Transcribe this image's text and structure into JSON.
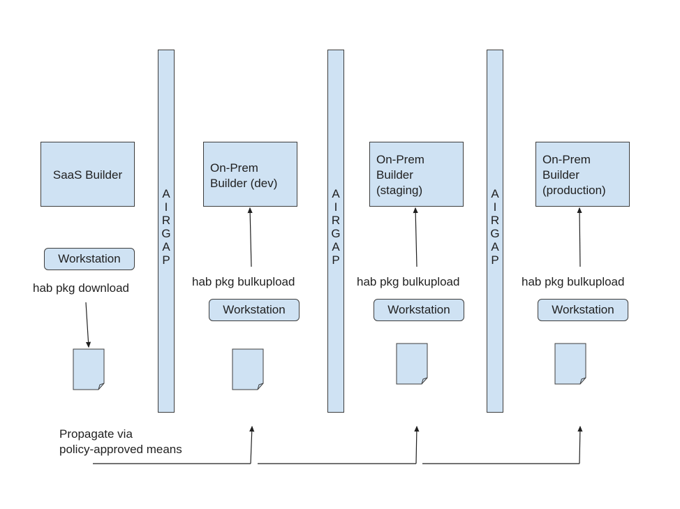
{
  "builders": [
    {
      "label": "SaaS Builder"
    },
    {
      "label": "On-Prem\nBuilder (dev)"
    },
    {
      "label": "On-Prem\nBuilder\n(staging)"
    },
    {
      "label": "On-Prem\nBuilder\n(production)"
    }
  ],
  "airgap": {
    "letters": [
      "A",
      "I",
      "R",
      "G",
      "A",
      "P"
    ]
  },
  "workstations": [
    {
      "label": "Workstation"
    },
    {
      "label": "Workstation"
    },
    {
      "label": "Workstation"
    },
    {
      "label": "Workstation"
    }
  ],
  "commands": [
    {
      "label": "hab pkg download"
    },
    {
      "label": "hab pkg bulkupload"
    },
    {
      "label": "hab pkg bulkupload"
    },
    {
      "label": "hab pkg bulkupload"
    }
  ],
  "propagate_note": "Propagate via\npolicy-approved means",
  "colors": {
    "fill": "#cfe2f3",
    "stroke": "#3c3c3c",
    "text": "#1f1f1f"
  }
}
